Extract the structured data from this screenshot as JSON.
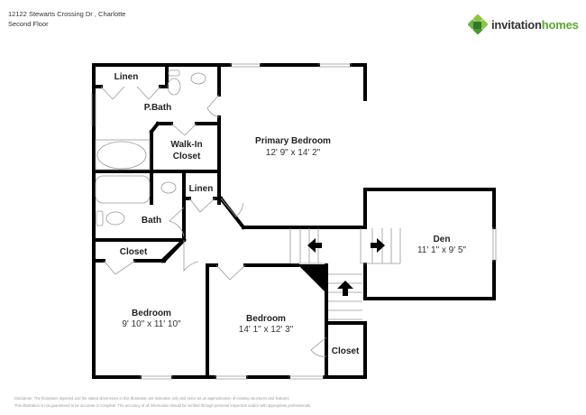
{
  "header": {
    "address": "12122 Stewarts Crossing Dr , Charlotte",
    "floor": "Second Floor"
  },
  "brand": {
    "name_part1": "invitation",
    "name_part2": "homes",
    "icon": "clover-logo-icon",
    "color_dark": "#333333",
    "color_green": "#5aa830"
  },
  "rooms": {
    "linen_top": {
      "label": "Linen"
    },
    "pbath": {
      "label": "P.Bath"
    },
    "walkin": {
      "label1": "Walk-In",
      "label2": "Closet"
    },
    "primary": {
      "label": "Primary Bedroom",
      "dims": "12' 9\" x 14' 2\""
    },
    "linen_mid": {
      "label": "Linen"
    },
    "bath": {
      "label": "Bath"
    },
    "closet_left": {
      "label": "Closet"
    },
    "den": {
      "label": "Den",
      "dims": "11' 1\" x 9' 5\""
    },
    "bedroom_left": {
      "label": "Bedroom",
      "dims": "9' 10\" x 11' 10\""
    },
    "bedroom_mid": {
      "label": "Bedroom",
      "dims": "14' 1\" x 12' 3\""
    },
    "closet_right": {
      "label": "Closet"
    }
  },
  "disclaimer": {
    "line1": "Disclaimer: The floorplans depicted and the stated dimensions in this illustration are indicative only and serve as an approximation of existing structures and features.",
    "line2": "This illustration is not guaranteed to be accurate or complete. The accuracy of all information should be verified through personal inspection and/or with appropriate professionals."
  }
}
